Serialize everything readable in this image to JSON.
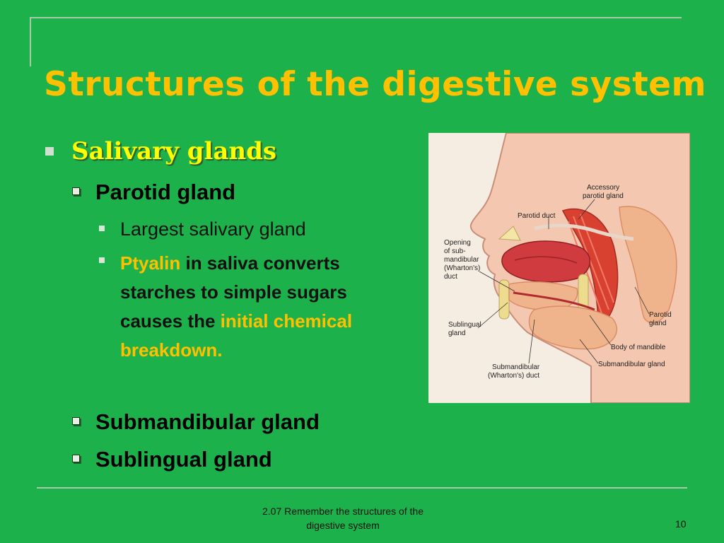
{
  "slide": {
    "title": "Structures of the digestive system",
    "level1": "Salivary glands",
    "parotid": "Parotid gland",
    "largest": "Largest salivary gland",
    "ptyalin": {
      "highlight1": "Ptyalin",
      "text1": " in saliva converts starches to simple sugars causes the ",
      "highlight2": "initial chemical breakdown."
    },
    "submandibular": "Submandibular gland",
    "sublingual": "Sublingual gland"
  },
  "figure": {
    "labels": {
      "accessory": [
        "Accessory",
        "parotid gland"
      ],
      "parotid_duct": "Parotid duct",
      "opening": [
        "Opening",
        "of sub-",
        "mandibular",
        "(Wharton's)",
        "duct"
      ],
      "sublingual": [
        "Sublingual",
        "gland"
      ],
      "parotid_gland": [
        "Parotid",
        "gland"
      ],
      "body_mandible": "Body of mandible",
      "submandibular_gland": "Submandibular gland",
      "submandibular_duct": [
        "Submandibular",
        "(Wharton's) duct"
      ]
    }
  },
  "footer": {
    "line1": "2.07 Remember the structures of the",
    "line2": "digestive system",
    "page": "10"
  },
  "colors": {
    "background": "#1db14b",
    "title": "#ffc000",
    "level1": "#ffff00",
    "highlight": "#ffc000"
  }
}
